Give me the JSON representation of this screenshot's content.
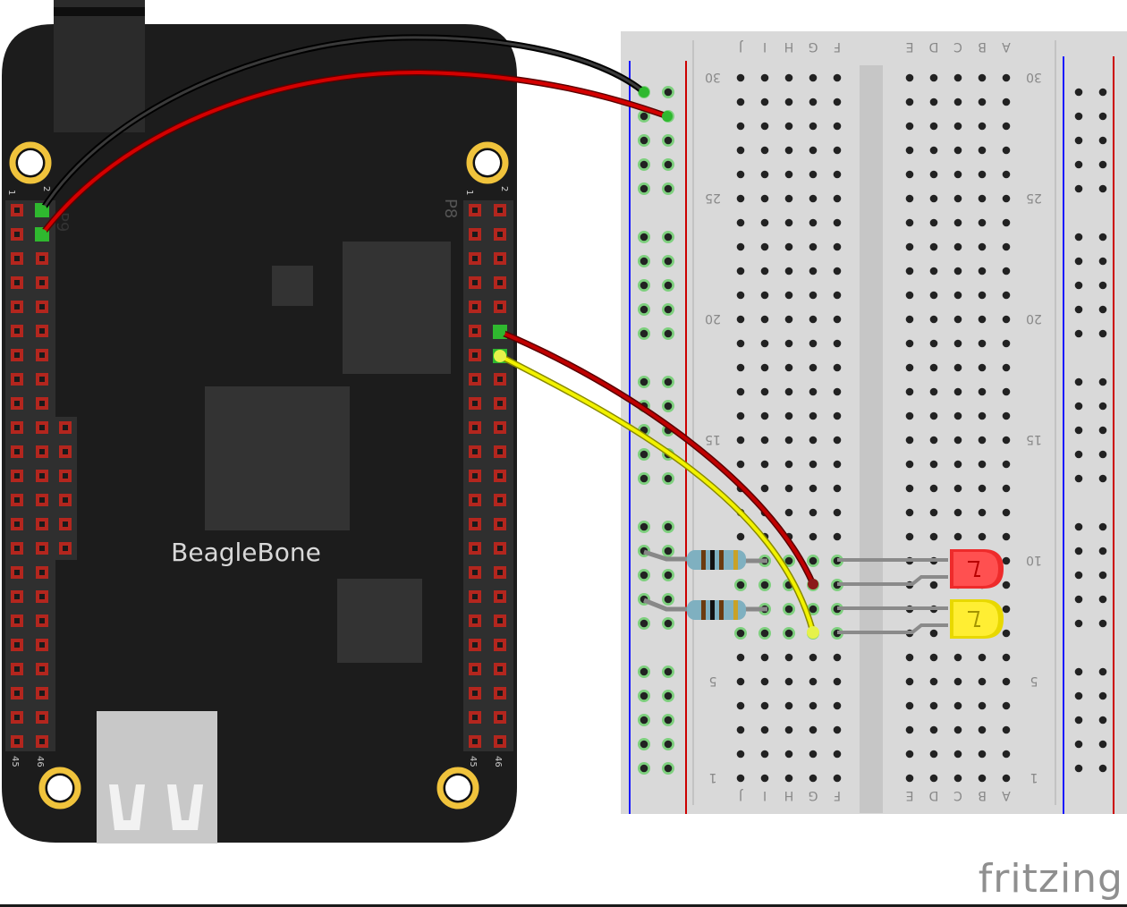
{
  "board": {
    "name": "BeagleBone",
    "header_p9": "P9",
    "header_p8": "P8",
    "pin_first_left": "1",
    "pin_first_right": "2",
    "pin_last_left": "45",
    "pin_last_right": "46"
  },
  "breadboard": {
    "column_letters_left": [
      "J",
      "I",
      "H",
      "G",
      "F"
    ],
    "column_letters_right": [
      "E",
      "D",
      "C",
      "B",
      "A"
    ],
    "row_numbers": [
      "30",
      "25",
      "20",
      "15",
      "10",
      "5",
      "1"
    ]
  },
  "colors": {
    "board": "#1c1c1c",
    "header": "#303030",
    "pin": "#b3261e",
    "breadboard": "#d9d9d9",
    "rail_red": "#cc0000",
    "rail_blue": "#1a1aff",
    "wire_black": "#111111",
    "wire_red": "#b00000",
    "wire_yellow": "#f2f200",
    "led_red": "#ff3333",
    "led_yellow": "#ffee22"
  },
  "footer": {
    "logo": "fritzing"
  }
}
